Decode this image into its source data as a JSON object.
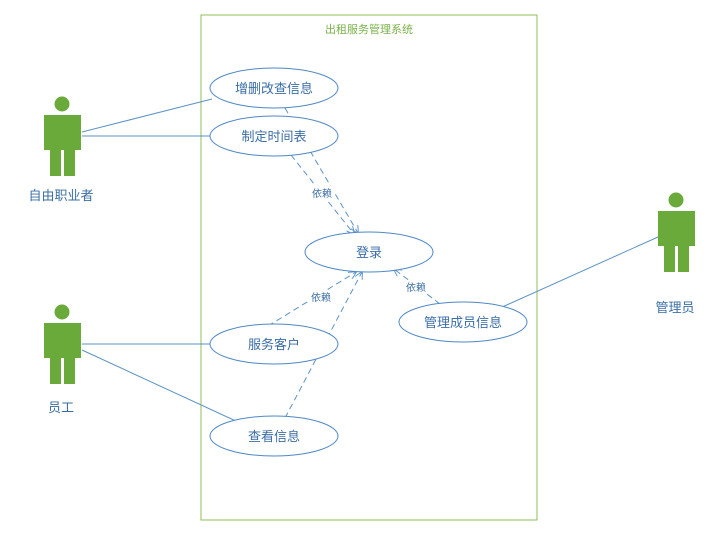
{
  "system": {
    "title": "出租服务管理系统"
  },
  "actors": {
    "freelancer": "自由职业者",
    "employee": "员工",
    "admin": "管理员"
  },
  "usecases": {
    "crud_info": "增删改查信息",
    "schedule": "制定时间表",
    "login": "登录",
    "serve_customer": "服务客户",
    "view_info": "查看信息",
    "manage_members": "管理成员信息"
  },
  "relations": {
    "depend_a": "依赖",
    "depend_b": "依赖",
    "depend_c": "依赖"
  },
  "colors": {
    "actor": "#6aaa3a",
    "line": "#5b93c6",
    "ellipse_stroke": "#4f88c6",
    "text_blue": "#3b6ea5",
    "system_border": "#8fbf55",
    "system_title": "#7bb24a"
  }
}
